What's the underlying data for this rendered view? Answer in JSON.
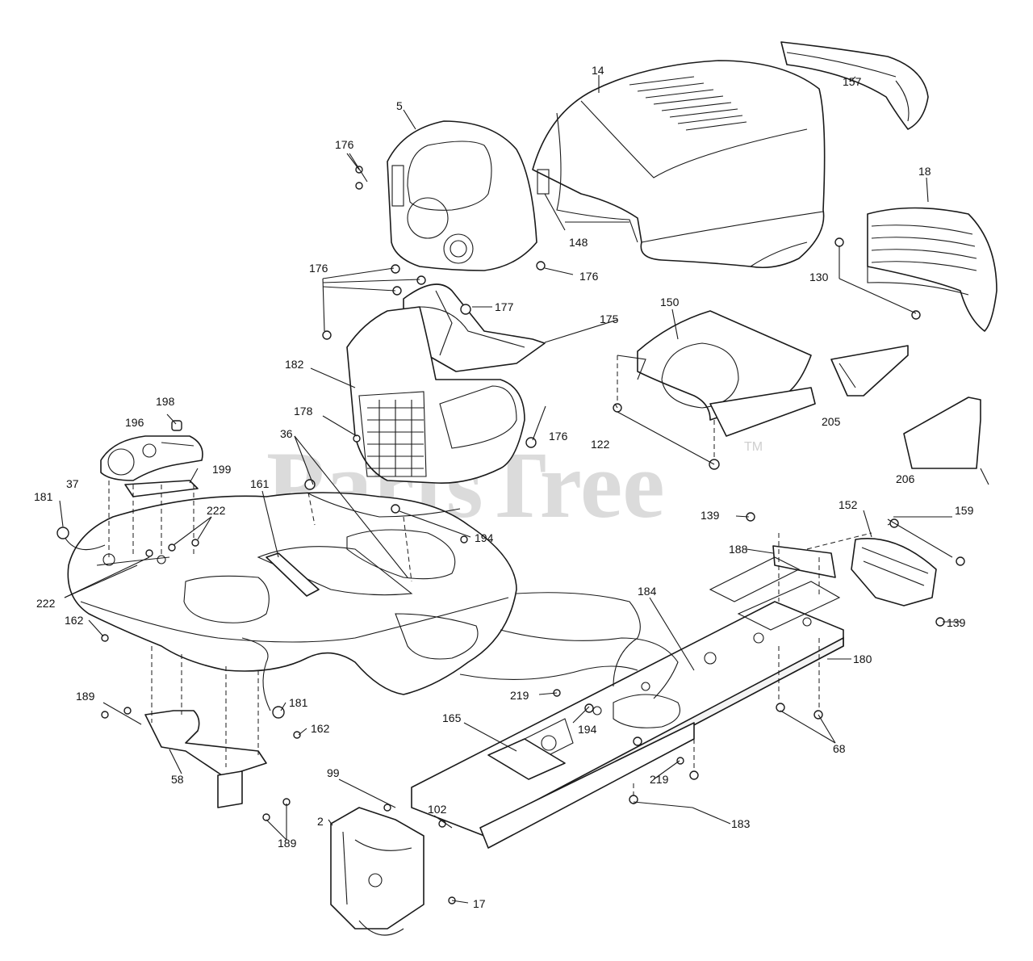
{
  "watermark": {
    "text": "PartsTree",
    "mark": "TM"
  },
  "colors": {
    "line": "#1a1a1a",
    "background": "#ffffff",
    "watermark": "#cfcfcf"
  },
  "callouts": {
    "c2": "2",
    "c5": "5",
    "c14": "14",
    "c17": "17",
    "c18": "18",
    "c36": "36",
    "c37": "37",
    "c58": "58",
    "c68": "68",
    "c99": "99",
    "c102": "102",
    "c122": "122",
    "c130": "130",
    "c139": "139",
    "c148": "148",
    "c150": "150",
    "c152": "152",
    "c157": "157",
    "c159": "159",
    "c161": "161",
    "c162": "162",
    "c165": "165",
    "c175": "175",
    "c176": "176",
    "c177": "177",
    "c178": "178",
    "c180": "180",
    "c181": "181",
    "c182": "182",
    "c183": "183",
    "c184": "184",
    "c188": "188",
    "c189": "189",
    "c194": "194",
    "c196": "196",
    "c198": "198",
    "c199": "199",
    "c205": "205",
    "c206": "206",
    "c219": "219",
    "c222": "222"
  }
}
